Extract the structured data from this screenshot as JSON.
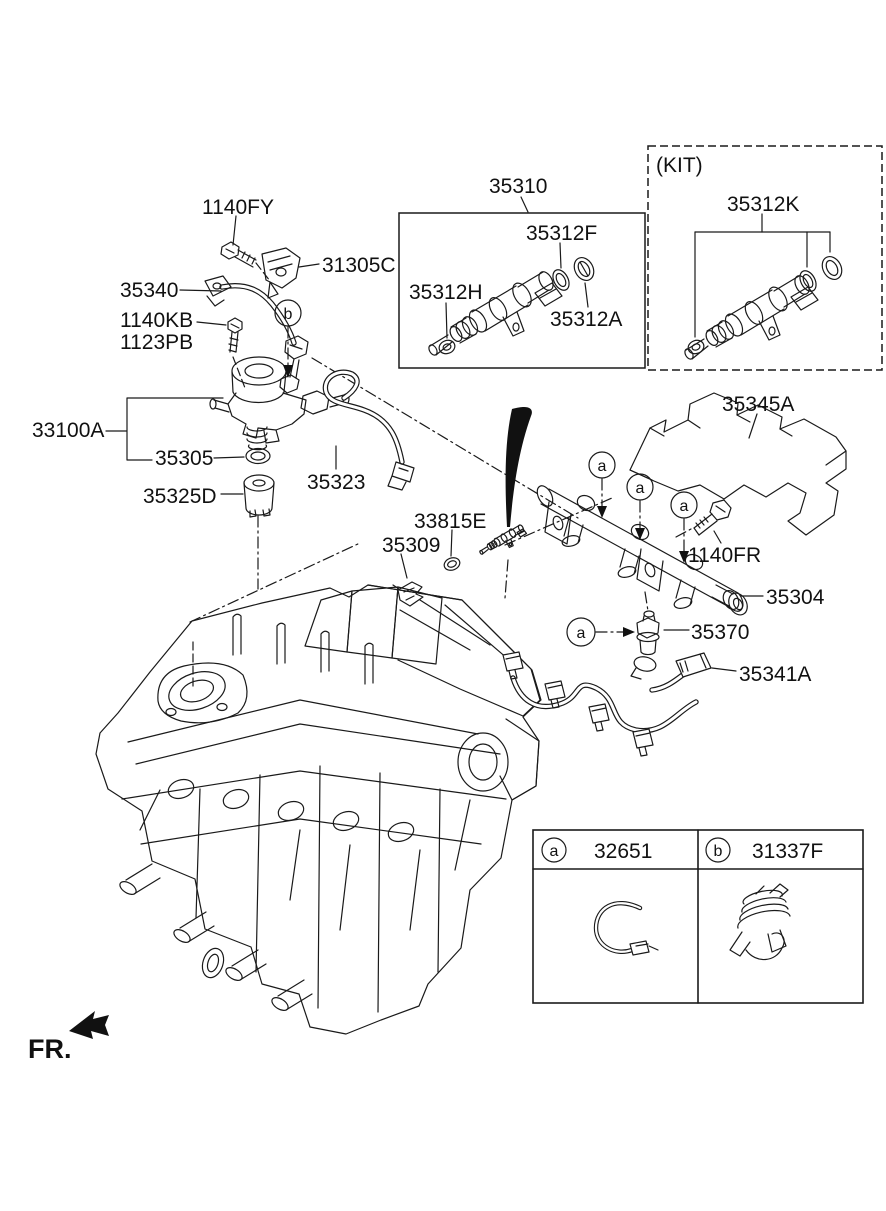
{
  "diagram": {
    "fr_label": "FR.",
    "kit_label": "(KIT)",
    "marker_a": "a",
    "marker_b": "b",
    "parts": {
      "p1140FY": "1140FY",
      "p31305C": "31305C",
      "p35340": "35340",
      "p1140KB": "1140KB",
      "p1123PB": "1123PB",
      "p33100A": "33100A",
      "p35305": "35305",
      "p35325D": "35325D",
      "p35323": "35323",
      "p35310": "35310",
      "p35312F": "35312F",
      "p35312H": "35312H",
      "p35312A": "35312A",
      "p35312K": "35312K",
      "p35345A": "35345A",
      "p33815E": "33815E",
      "p35309": "35309",
      "p1140FR": "1140FR",
      "p35304": "35304",
      "p35370": "35370",
      "p35341A": "35341A"
    },
    "legend": {
      "row_a_marker": "a",
      "row_a_part": "32651",
      "row_b_marker": "b",
      "row_b_part": "31337F"
    },
    "colors": {
      "ink": "#1a1a1a",
      "background": "#ffffff"
    }
  }
}
